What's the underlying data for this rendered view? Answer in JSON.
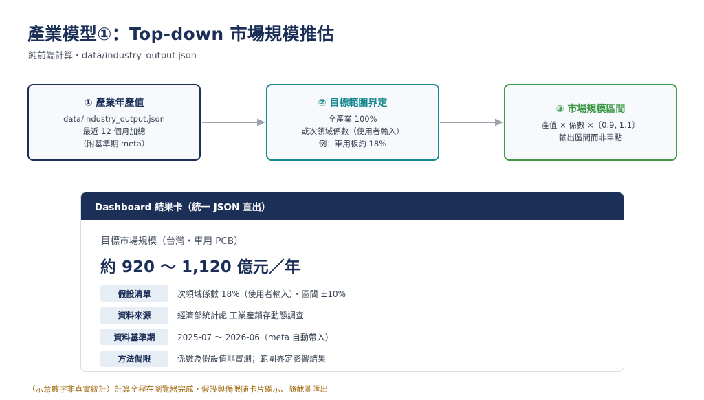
{
  "header": {
    "title": "產業模型①：Top-down 市場規模推估",
    "subtitle": "純前端計算・data/industry_output.json"
  },
  "steps": [
    {
      "title": "① 產業年產值",
      "lines": [
        "data/industry_output.json",
        "最近 12 個月加總",
        "（附基準期 meta）"
      ],
      "color": "#1b2f57"
    },
    {
      "title": "② 目標範圍界定",
      "lines": [
        "全產業 100%",
        "或次領域係數（使用者輸入）",
        "例：車用板約 18%"
      ],
      "color": "#17888f"
    },
    {
      "title": "③ 市場規模區間",
      "lines": [
        "產值 × 係數 ×〔0.9, 1.1〕",
        "輸出區間而非單點"
      ],
      "color": "#3f9a48"
    }
  ],
  "card": {
    "header": "Dashboard 結果卡（統一 JSON 直出）",
    "market_label": "目標市場規模（台灣・車用 PCB）",
    "market_value": "約 920 ～ 1,120 億元／年",
    "rows": [
      {
        "tag": "假設清單",
        "text": "次領域係數 18%（使用者輸入）・區間 ±10%"
      },
      {
        "tag": "資料來源",
        "text": "經濟部統計處 工業產銷存動態調查"
      },
      {
        "tag": "資料基準期",
        "text": "2025-07 ～ 2026-06（meta 自動帶入）"
      },
      {
        "tag": "方法侷限",
        "text": "係數為假設值非實測；範圍界定影響結果"
      }
    ]
  },
  "footnote": "（示意數字非真實統計）計算全程在瀏覽器完成・假設與侷限隨卡片顯示、隨截圖匯出",
  "colors": {
    "navy": "#1b2f57",
    "teal": "#17888f",
    "green": "#3f9a48",
    "arrow": "#9ca3af",
    "footnote": "#a06a10"
  }
}
